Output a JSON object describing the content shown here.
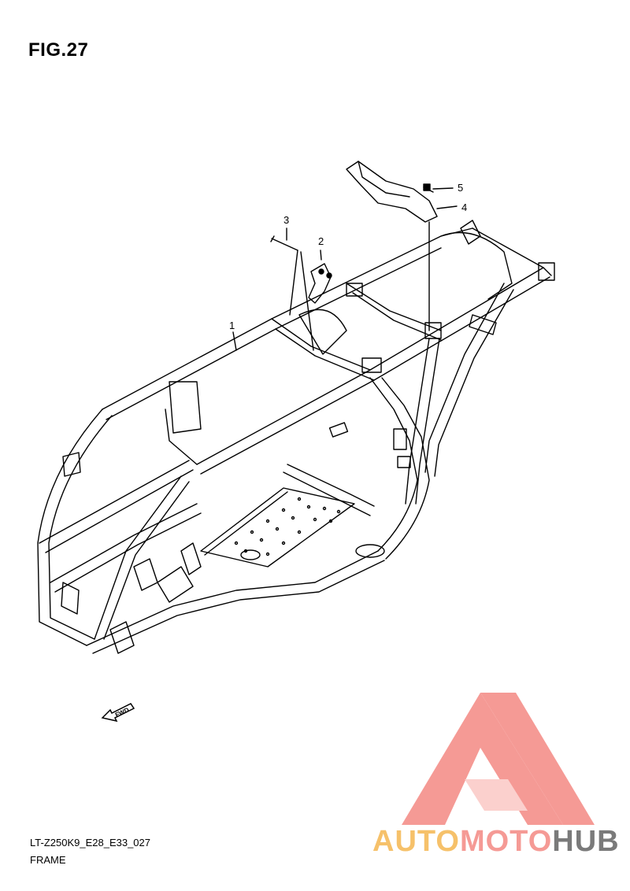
{
  "figure": {
    "title": "FIG.27",
    "code": "LT-Z250K9_E28_E33_027",
    "name": "FRAME"
  },
  "callouts": [
    {
      "id": "1"
    },
    {
      "id": "2"
    },
    {
      "id": "3"
    },
    {
      "id": "4"
    },
    {
      "id": "5"
    }
  ],
  "direction_marker": {
    "label": "FWD"
  },
  "watermark": {
    "part_a": "AUTO",
    "part_b": "MOTO",
    "part_c": "HUB",
    "colors": {
      "a": "#f6c16a",
      "b": "#f59a95",
      "c": "#7a7a7a",
      "logo": "#f59a95"
    }
  }
}
